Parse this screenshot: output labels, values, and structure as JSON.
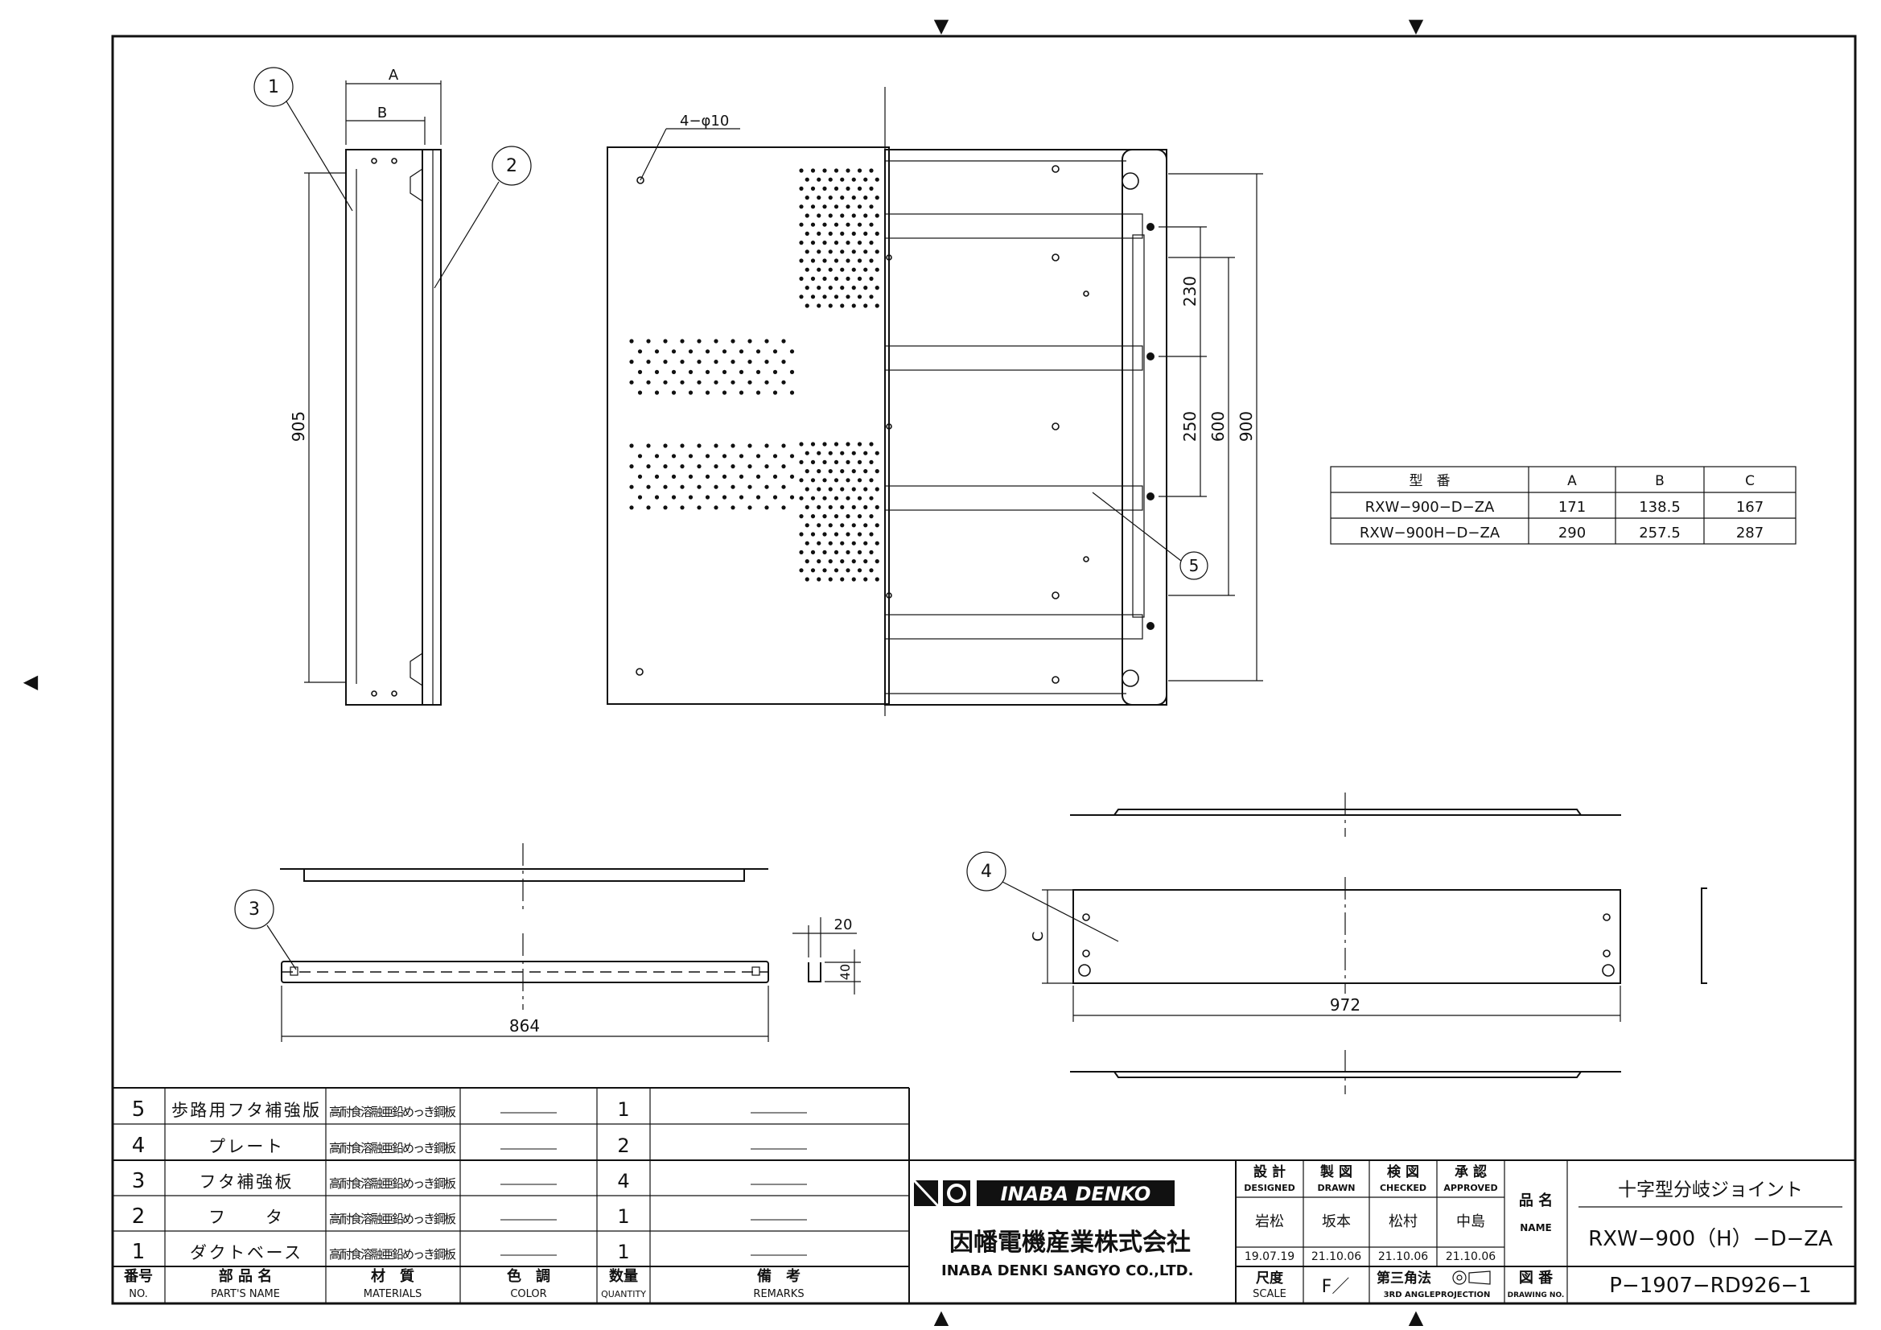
{
  "callouts": [
    "1",
    "2",
    "3",
    "4",
    "5"
  ],
  "dimensions": {
    "side_a": "A",
    "side_b": "B",
    "side_height": "905",
    "hole_spec": "4−φ10",
    "pitch_230": "230",
    "pitch_250": "250",
    "pitch_600": "600",
    "overall_900": "900",
    "width_864": "864",
    "dim_20": "20",
    "dim_40": "40",
    "plate_c": "C",
    "plate_972": "972"
  },
  "model_table": {
    "headers": [
      "型　番",
      "A",
      "B",
      "C"
    ],
    "rows": [
      [
        "RXW−900−D−ZA",
        "171",
        "138.5",
        "167"
      ],
      [
        "RXW−900H−D−ZA",
        "290",
        "257.5",
        "287"
      ]
    ]
  },
  "parts_table": {
    "header": {
      "no": "番号",
      "no_en": "NO.",
      "name": "部 品 名",
      "name_en": "PART'S NAME",
      "material": "材　質",
      "material_en": "MATERIALS",
      "color": "色　調",
      "color_en": "COLOR",
      "qty": "数量",
      "qty_en": "QUANTITY",
      "remarks": "備　考",
      "remarks_en": "REMARKS"
    },
    "rows": [
      {
        "no": "5",
        "name": "歩路用フタ補強版",
        "material": "高耐食溶融亜鉛めっき鋼板",
        "color": "―――――",
        "qty": "1",
        "remarks": "―――――"
      },
      {
        "no": "4",
        "name": "プレート",
        "material": "高耐食溶融亜鉛めっき鋼板",
        "color": "―――――",
        "qty": "2",
        "remarks": "―――――"
      },
      {
        "no": "3",
        "name": "フタ補強板",
        "material": "高耐食溶融亜鉛めっき鋼板",
        "color": "―――――",
        "qty": "4",
        "remarks": "―――――"
      },
      {
        "no": "2",
        "name": "フ　　タ",
        "material": "高耐食溶融亜鉛めっき鋼板",
        "color": "―――――",
        "qty": "1",
        "remarks": "―――――"
      },
      {
        "no": "1",
        "name": "ダクトベース",
        "material": "高耐食溶融亜鉛めっき鋼板",
        "color": "―――――",
        "qty": "1",
        "remarks": "―――――"
      }
    ]
  },
  "title_block": {
    "brand": "INABA DENKO",
    "company_jp": "因幡電機産業株式会社",
    "company_en": "INABA DENKI SANGYO CO.,LTD.",
    "designed": "設 計",
    "designed_en": "DESIGNED",
    "designed_by": "岩松",
    "designed_date": "19.07.19",
    "drawn": "製 図",
    "drawn_en": "DRAWN",
    "drawn_by": "坂本",
    "drawn_date": "21.10.06",
    "checked": "検 図",
    "checked_en": "CHECKED",
    "checked_by": "松村",
    "checked_date": "21.10.06",
    "approved": "承 認",
    "approved_en": "APPROVED",
    "approved_by": "中島",
    "approved_date": "21.10.06",
    "scale": "尺度",
    "scale_en": "SCALE",
    "scale_value": "F／",
    "projection": "第三角法",
    "projection_en": "3RD ANGLEPROJECTION",
    "name_label": "品 名",
    "name_label_en": "NAME",
    "product_name": "十字型分岐ジョイント",
    "model": "RXW−900（H）−D−ZA",
    "drawing_label": "図 番",
    "drawing_label_en": "DRAWING NO.",
    "drawing_no": "P−1907−RD926−1"
  },
  "markers": [
    "▼",
    "▼",
    "◀",
    "▲",
    "▲"
  ]
}
